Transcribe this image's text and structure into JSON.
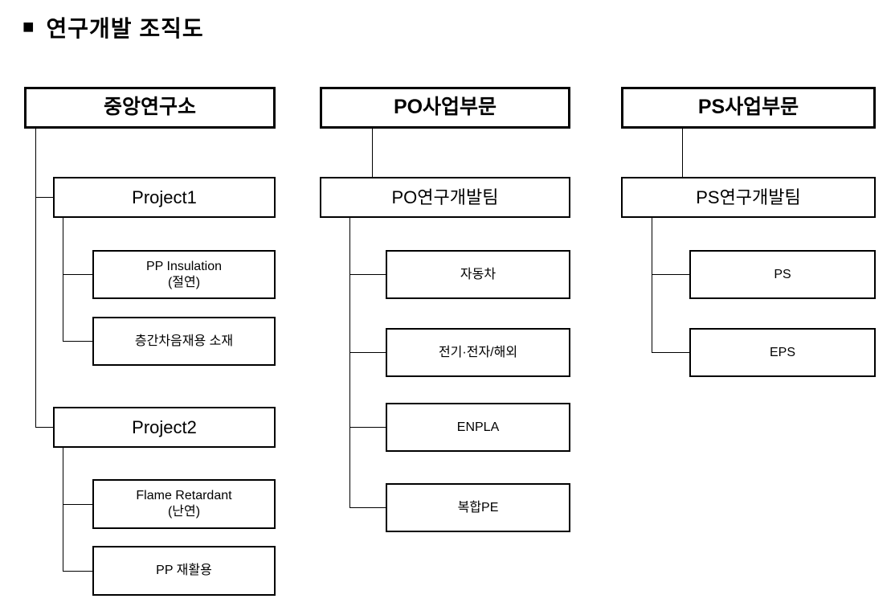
{
  "title": {
    "bullet": "■",
    "text": "연구개발 조직도"
  },
  "colors": {
    "background": "#ffffff",
    "box_border": "#000000",
    "connector": "#000000",
    "text": "#000000"
  },
  "columns": [
    {
      "id": "central-lab",
      "header": "중앙연구소",
      "groups": [
        {
          "name": "Project1",
          "items": [
            {
              "line1": "PP Insulation",
              "line2": "(절연)"
            },
            {
              "line1": "층간차음재용 소재"
            }
          ]
        },
        {
          "name": "Project2",
          "items": [
            {
              "line1": "Flame Retardant",
              "line2": "(난연)"
            },
            {
              "line1": "PP 재활용"
            }
          ]
        }
      ]
    },
    {
      "id": "po-division",
      "header": "PO사업부문",
      "team": "PO연구개발팀",
      "items": [
        {
          "line1": "자동차"
        },
        {
          "line1": "전기·전자/해외"
        },
        {
          "line1": "ENPLA"
        },
        {
          "line1": "복합PE"
        }
      ]
    },
    {
      "id": "ps-division",
      "header": "PS사업부문",
      "team": "PS연구개발팀",
      "items": [
        {
          "line1": "PS"
        },
        {
          "line1": "EPS"
        }
      ]
    }
  ]
}
